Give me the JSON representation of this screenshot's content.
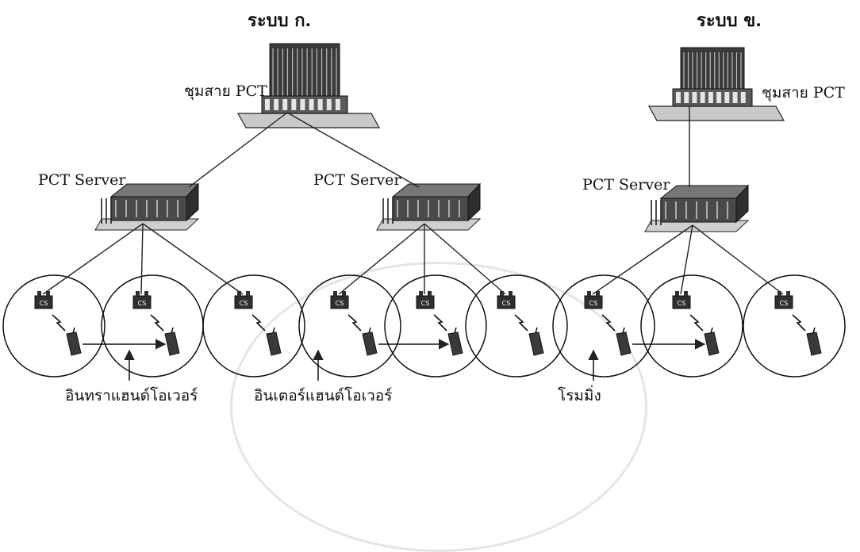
{
  "labels": {
    "system_a": "ระบบ ก.",
    "system_b": "ระบบ ข.",
    "hub_a": "ชุมสาย PCT",
    "hub_b": "ชุมสาย PCT",
    "server_1": "PCT Server",
    "server_2": "PCT Server",
    "server_3": "PCT Server",
    "handover_intra": "อินทราแฮนด์โอเวอร์",
    "handover_inter": "อินเตอร์แฮนด์โอเวอร์",
    "roaming": "โรมมิ่ง"
  },
  "cell_station_label": "CS",
  "icons": [
    "building-icon",
    "server-icon",
    "cell-station-icon",
    "handset-icon",
    "lightning-icon"
  ]
}
